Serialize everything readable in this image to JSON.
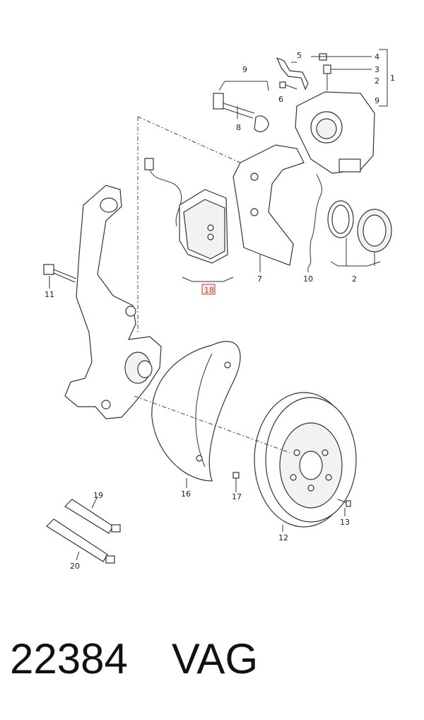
{
  "diagram": {
    "callouts": [
      "1",
      "2",
      "2",
      "3",
      "4",
      "5",
      "6",
      "7",
      "8",
      "9",
      "9",
      "10",
      "11",
      "12",
      "13",
      "16",
      "17",
      "18",
      "19",
      "20"
    ],
    "highlight_color": "#c0392b"
  },
  "footer": {
    "part_number": "22384",
    "brand": "VAG"
  }
}
